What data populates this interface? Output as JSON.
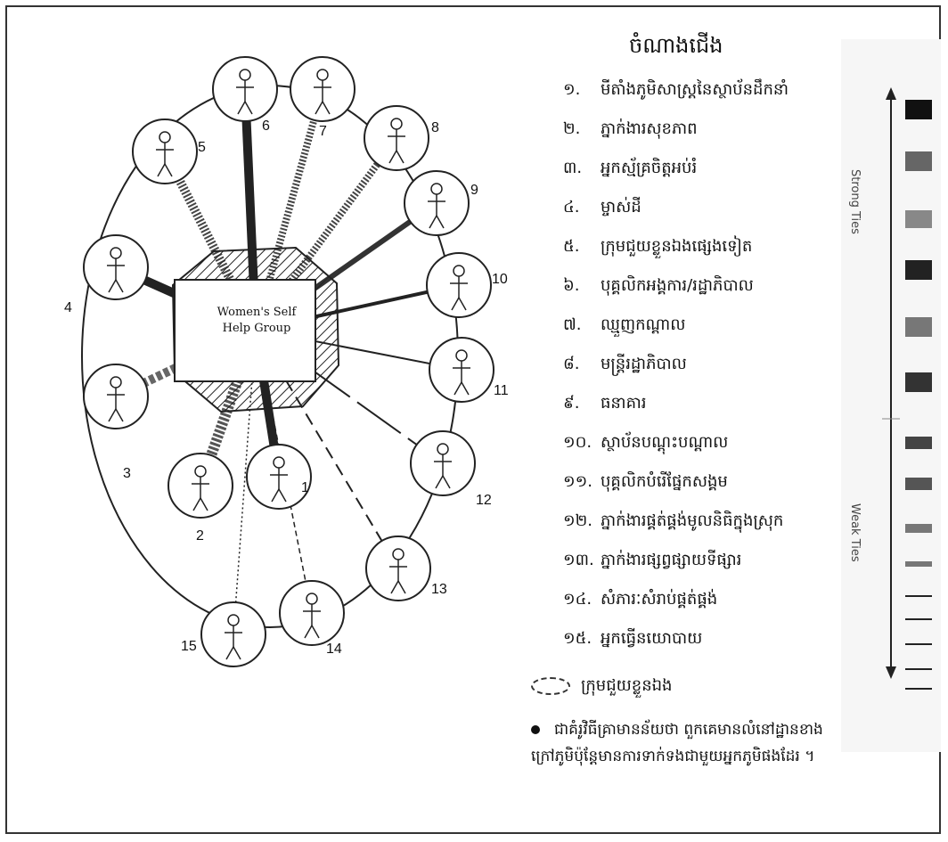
{
  "legend": {
    "title": "ចំណាងជើង",
    "items": [
      {
        "num": "១.",
        "text": "មីតាំងភូមិសាស្ត្រនៃស្ថាប័នដឹកនាំ"
      },
      {
        "num": "២.",
        "text": "ភ្នាក់ងារសុខភាព"
      },
      {
        "num": "៣.",
        "text": "អ្នកស្ម័គ្រចិត្តអប់រំ"
      },
      {
        "num": "៤.",
        "text": "ម្ចាស់ដី"
      },
      {
        "num": "៥.",
        "text": "ក្រុមជួយខ្លួនឯងផ្សេងទៀត"
      },
      {
        "num": "៦.",
        "text": "បុគ្គលិកអង្គការ/រដ្ឋាភិបាល"
      },
      {
        "num": "៧.",
        "text": "ឈ្មួញកណ្តាល"
      },
      {
        "num": "៨.",
        "text": "មន្ត្រីរដ្ឋាភិបាល"
      },
      {
        "num": "៩.",
        "text": "ធនាគារ"
      },
      {
        "num": "១០.",
        "text": "ស្ថាប័នបណ្តុះបណ្តាល"
      },
      {
        "num": "១១.",
        "text": "បុគ្គលិកបំរើផ្នែកសង្គម"
      },
      {
        "num": "១២.",
        "text": "ភ្នាក់ងារផ្គត់ផ្គង់មូលនិធិក្នុងស្រុក"
      },
      {
        "num": "១៣.",
        "text": "ភ្នាក់ងារផ្សព្វផ្សាយទីផ្សារ"
      },
      {
        "num": "១៤.",
        "text": "សំភារៈសំរាប់ផ្គត់ផ្គង់"
      },
      {
        "num": "១៥.",
        "text": "អ្នកធ្វើនយោបាយ"
      }
    ],
    "self_help_label": "ក្រុមជួយខ្លួនឯង",
    "note": "ជាគំរូវិធីគ្រាមានន័យថា ពួកគេមានលំនៅដ្ឋានខាងក្រៅភូមិប៉ុន្តែមានការទាក់ទងជាមួយអ្នកភូមិផងដែរ ។"
  },
  "scale": {
    "strong": "Strong Ties",
    "weak": "Weak Ties"
  },
  "diagram": {
    "center_label": "Women's Self Help Group",
    "nodes": [
      {
        "label": "1",
        "icon": "nurse-icon"
      },
      {
        "label": "2",
        "icon": "health-worker-icon"
      },
      {
        "label": "3",
        "icon": "teacher-icon"
      },
      {
        "label": "4",
        "icon": "landlord-icon"
      },
      {
        "label": "5",
        "icon": "group-icon"
      },
      {
        "label": "6",
        "icon": "officials-icon"
      },
      {
        "label": "7",
        "icon": "trader-icon"
      },
      {
        "label": "8",
        "icon": "govt-officer-icon"
      },
      {
        "label": "9",
        "icon": "bank-icon"
      },
      {
        "label": "10",
        "icon": "training-icon"
      },
      {
        "label": "11",
        "icon": "social-worker-icon"
      },
      {
        "label": "12",
        "icon": "credit-agent-icon"
      },
      {
        "label": "13",
        "icon": "market-agent-icon"
      },
      {
        "label": "14",
        "icon": "supplies-icon"
      },
      {
        "label": "15",
        "icon": "politician-icon"
      }
    ]
  }
}
